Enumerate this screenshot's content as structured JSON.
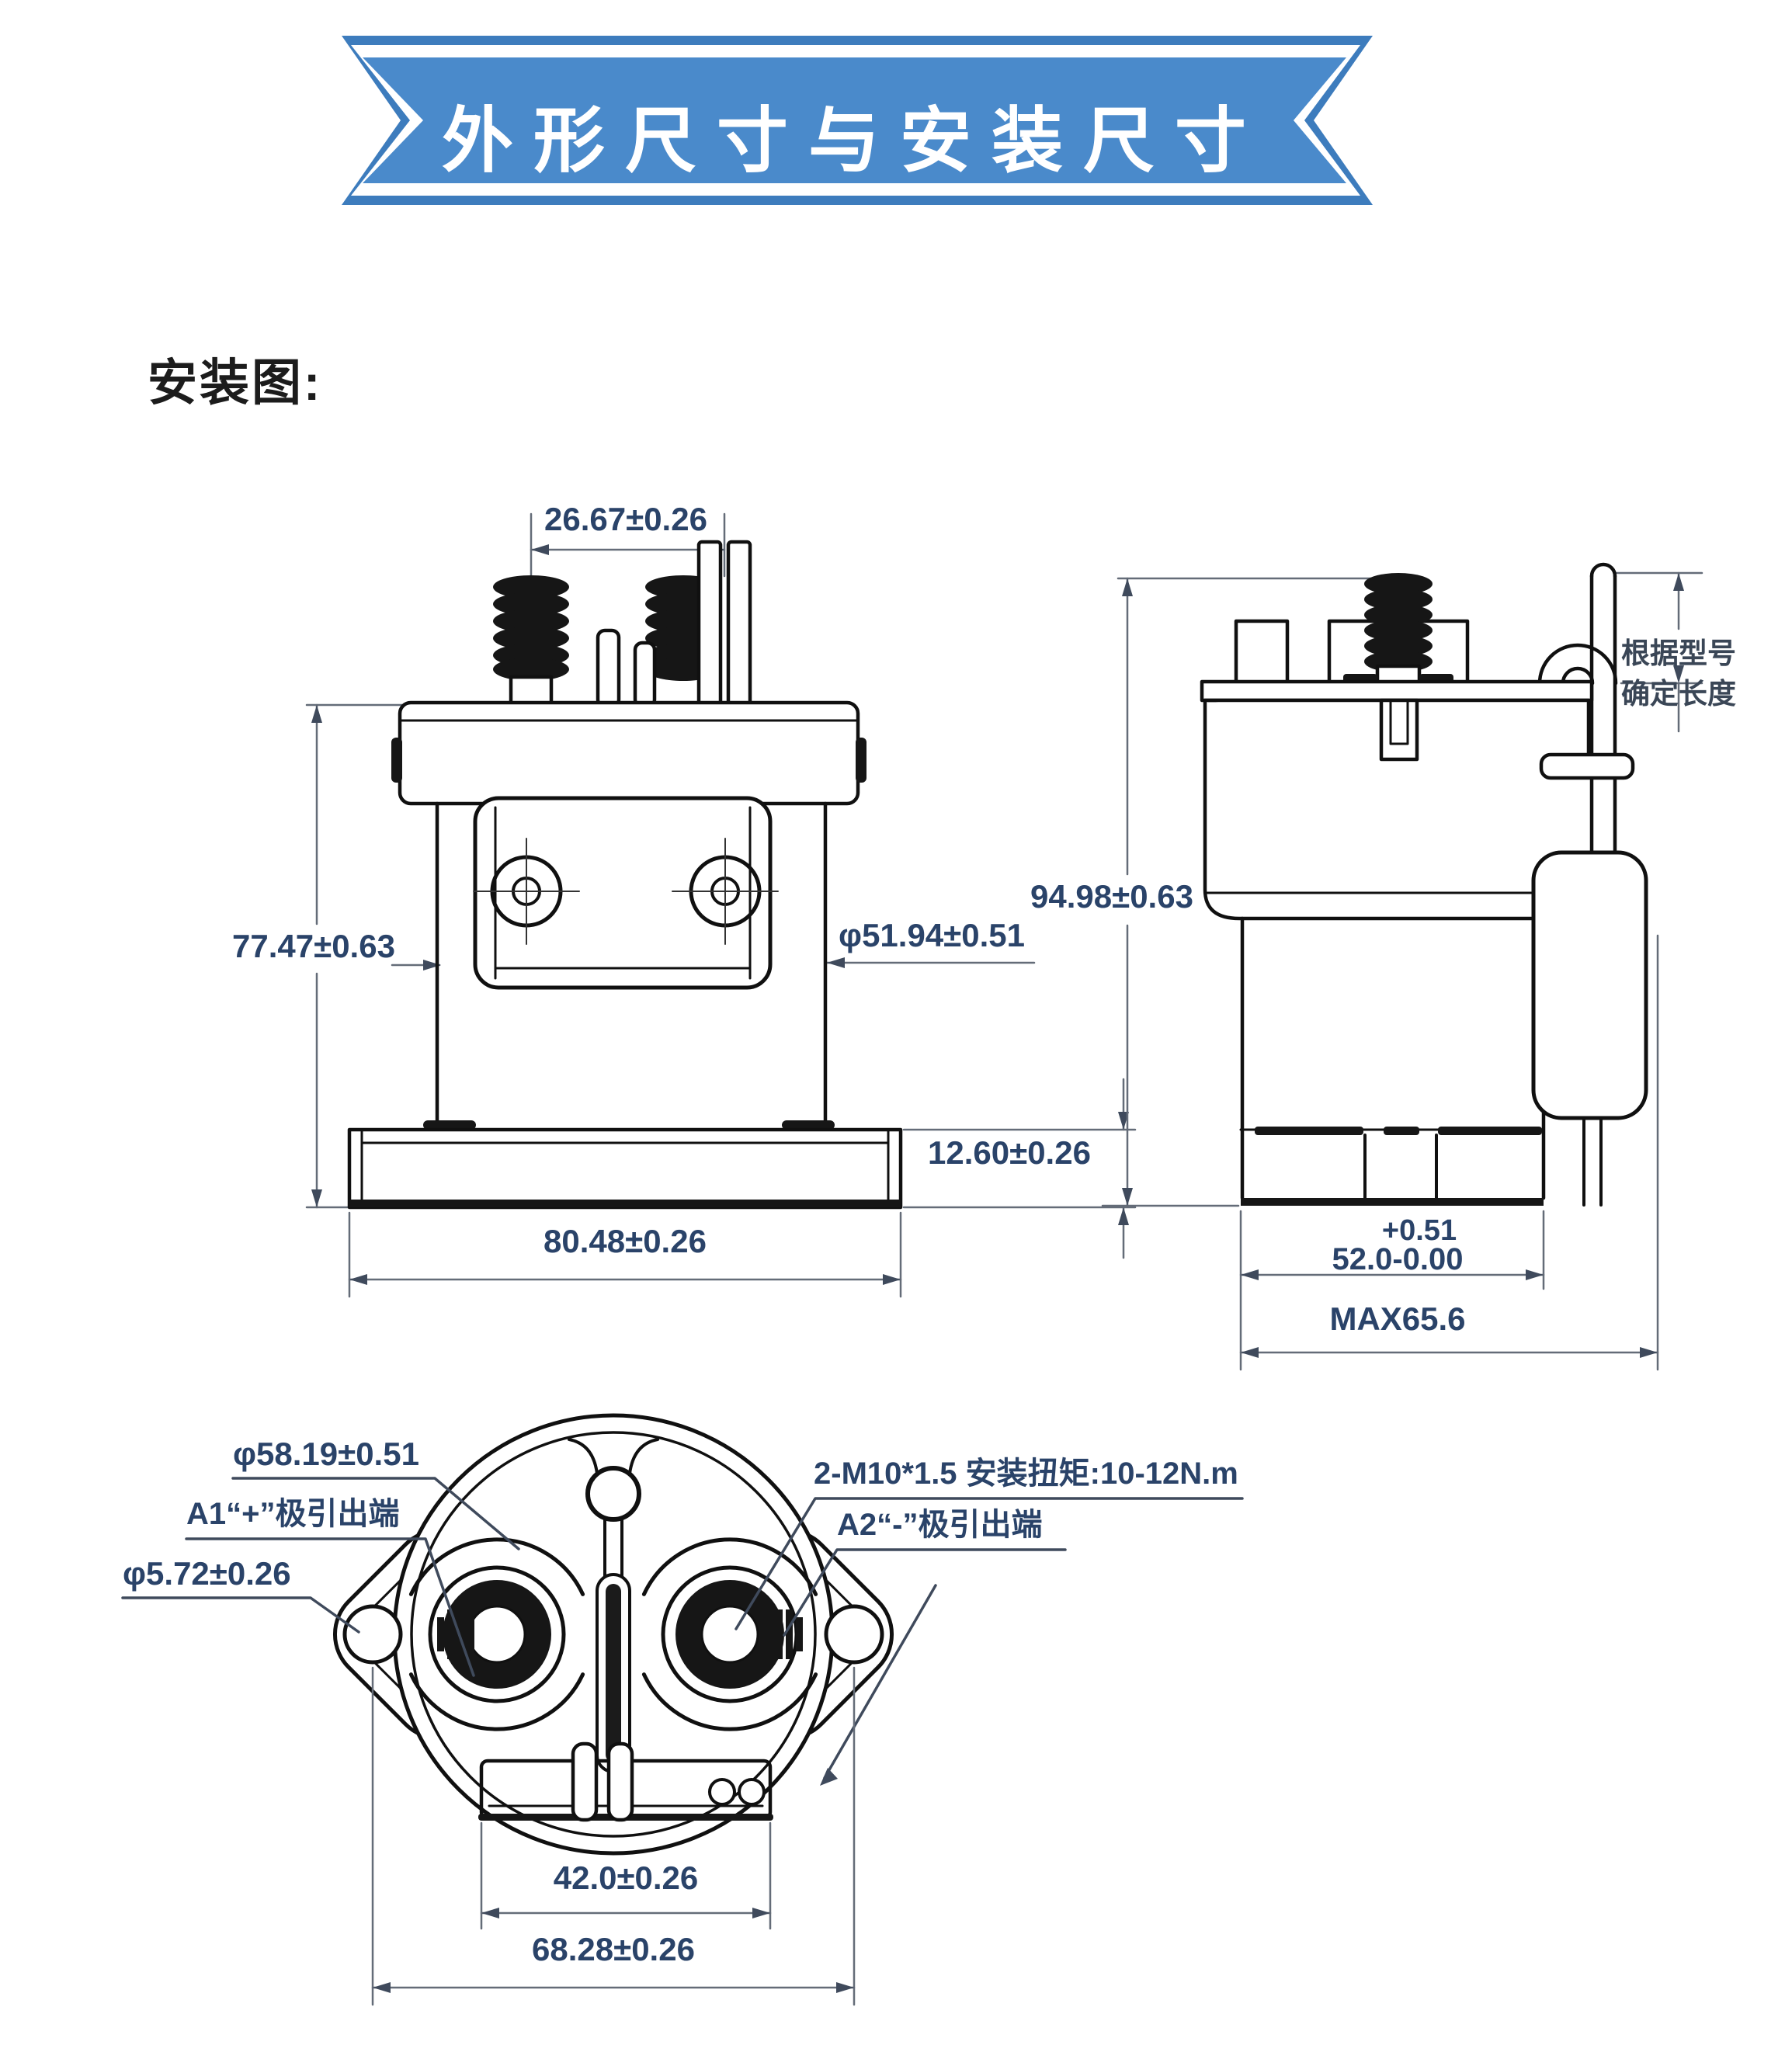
{
  "banner": {
    "title": "外形尺寸与安装尺寸"
  },
  "section": {
    "heading": "安装图:"
  },
  "front_view": {
    "dim_stud_spacing": "26.67±0.26",
    "dim_height": "77.47±0.63",
    "dim_body_diameter": "φ51.94±0.51",
    "dim_flange_thickness": "12.60±0.26",
    "dim_flange_width": "80.48±0.26"
  },
  "side_view": {
    "dim_total_height": "94.98±0.63",
    "lead_note_line1": "根据型号",
    "lead_note_line2": "确定长度",
    "dim_base_width_tol": "+0.51",
    "dim_base_width": "52.0-0.00",
    "dim_max_width": "MAX65.6"
  },
  "bottom_view": {
    "dim_flange_diameter": "φ58.19±0.51",
    "label_a1_terminal": "A1“+”极引出端",
    "dim_mount_hole_diameter": "φ5.72±0.26",
    "label_thread_torque": "2-M10*1.5 安装扭矩:10-12N.m",
    "label_a2_terminal": "A2“-”极引出端",
    "dim_base_plate_width": "42.0±0.26",
    "dim_mount_hole_spacing": "68.28±0.26"
  },
  "colors": {
    "banner_border": "#3d7cbd",
    "banner_fill": "#4a8acb",
    "outline": "#101010",
    "dim_line": "#646c78",
    "dim_text": "#2a4369"
  }
}
